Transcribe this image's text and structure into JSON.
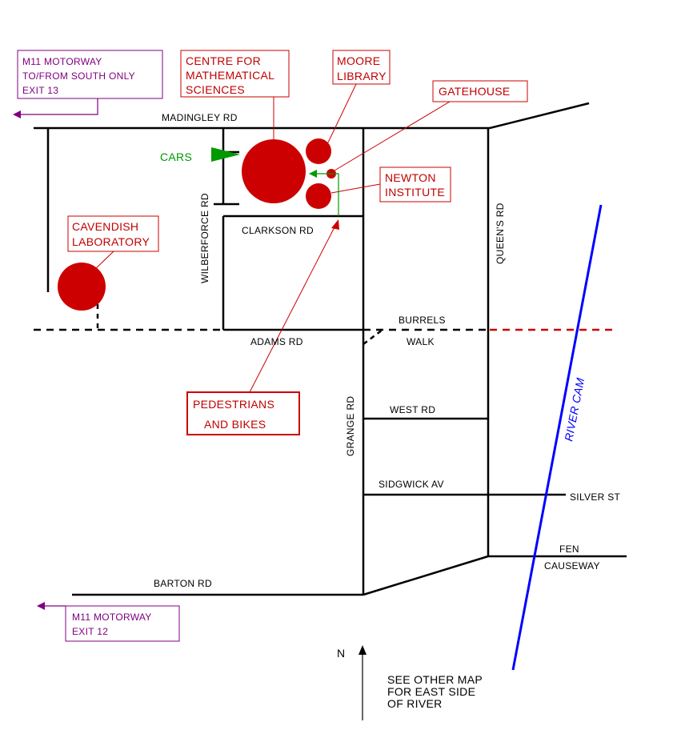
{
  "colors": {
    "road": "#000000",
    "building": "#cc0000",
    "label_red": "#c00000",
    "motorway": "#800080",
    "cars": "#009900",
    "river": "#0000ff"
  },
  "boxes": {
    "m11_south": [
      "M11  MOTORWAY",
      "TO/FROM SOUTH ONLY",
      "EXIT  13"
    ],
    "cms": [
      "CENTRE FOR",
      "MATHEMATICAL",
      "SCIENCES"
    ],
    "moore": [
      "MOORE",
      "LIBRARY"
    ],
    "gatehouse": [
      "GATEHOUSE"
    ],
    "newton": [
      "NEWTON",
      "INSTITUTE"
    ],
    "cavendish": [
      "CAVENDISH",
      "LABORATORY"
    ],
    "pedestrians": [
      "PEDESTRIANS",
      "AND BIKES"
    ],
    "m11_exit12": [
      "M11  MOTORWAY",
      "EXIT 12"
    ]
  },
  "roads": {
    "madingley": "MADINGLEY RD",
    "wilberforce": "WILBERFORCE RD",
    "clarkson": "CLARKSON RD",
    "queens": "QUEEN'S RD",
    "burrels": "BURRELS",
    "walk": "WALK",
    "adams": "ADAMS RD",
    "grange": "GRANGE RD",
    "west": "WEST RD",
    "sidgwick": "SIDGWICK AV",
    "silver": "SILVER ST",
    "fen": "FEN",
    "causeway": "CAUSEWAY",
    "barton": "BARTON  RD"
  },
  "labels": {
    "cars": "CARS",
    "river": "RIVER CAM",
    "north": "N",
    "note": [
      "SEE OTHER MAP",
      "FOR EAST SIDE",
      "OF RIVER"
    ]
  }
}
